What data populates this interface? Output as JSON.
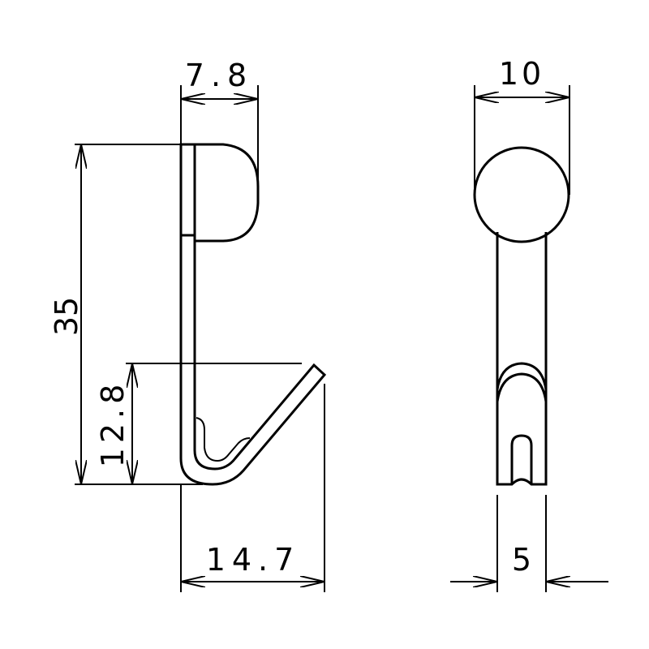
{
  "dimensions": {
    "cap_depth": "7.8",
    "total_height": "35",
    "hook_height": "12.8",
    "total_depth": "14.7",
    "cap_diameter": "10",
    "shank_width": "5"
  },
  "colors": {
    "line": "#000000",
    "background": "#ffffff"
  }
}
